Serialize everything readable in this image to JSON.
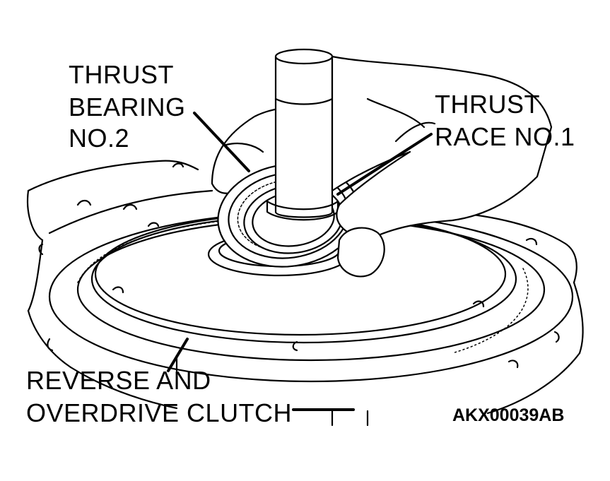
{
  "labels": {
    "thrust_bearing": [
      "THRUST",
      "BEARING",
      "NO.2"
    ],
    "thrust_race": [
      "THRUST",
      "RACE NO.1"
    ],
    "clutch": [
      "REVERSE AND",
      "OVERDRIVE CLUTCH"
    ],
    "figure_code": "AKX00039AB"
  }
}
